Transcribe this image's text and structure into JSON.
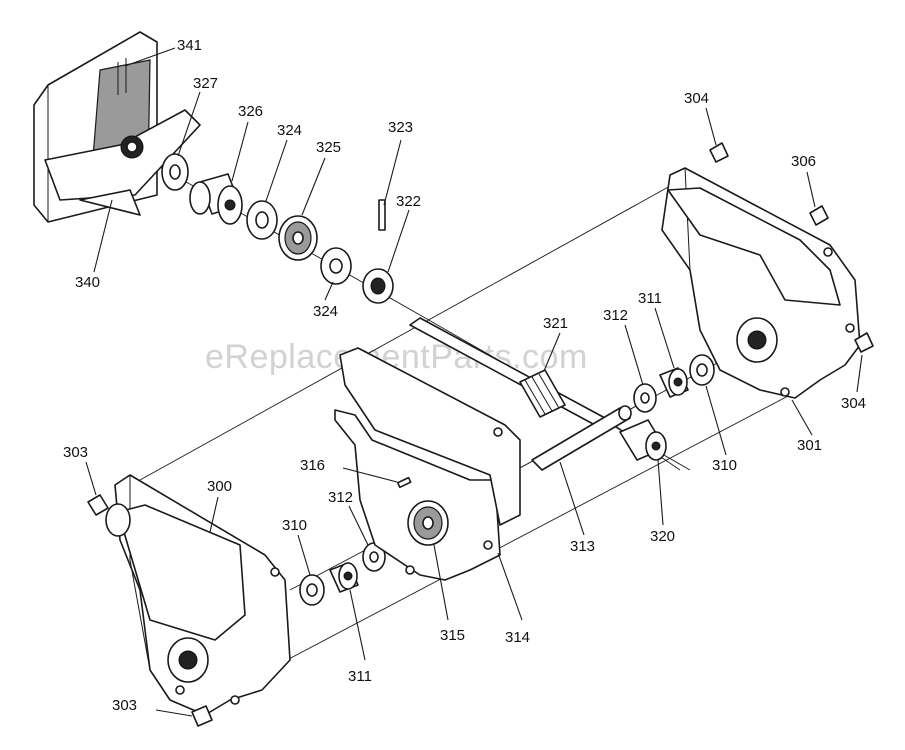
{
  "watermark": "eReplacementParts.com",
  "callouts": [
    {
      "id": "c341",
      "text": "341"
    },
    {
      "id": "c327",
      "text": "327"
    },
    {
      "id": "c326",
      "text": "326"
    },
    {
      "id": "c324a",
      "text": "324"
    },
    {
      "id": "c325",
      "text": "325"
    },
    {
      "id": "c323",
      "text": "323"
    },
    {
      "id": "c322",
      "text": "322"
    },
    {
      "id": "c324b",
      "text": "324"
    },
    {
      "id": "c340",
      "text": "340"
    },
    {
      "id": "c304a",
      "text": "304"
    },
    {
      "id": "c306",
      "text": "306"
    },
    {
      "id": "c304b",
      "text": "304"
    },
    {
      "id": "c311a",
      "text": "311"
    },
    {
      "id": "c312a",
      "text": "312"
    },
    {
      "id": "c321",
      "text": "321"
    },
    {
      "id": "c310a",
      "text": "310"
    },
    {
      "id": "c301",
      "text": "301"
    },
    {
      "id": "c320",
      "text": "320"
    },
    {
      "id": "c313",
      "text": "313"
    },
    {
      "id": "c303a",
      "text": "303"
    },
    {
      "id": "c300",
      "text": "300"
    },
    {
      "id": "c316",
      "text": "316"
    },
    {
      "id": "c312b",
      "text": "312"
    },
    {
      "id": "c310b",
      "text": "310"
    },
    {
      "id": "c315",
      "text": "315"
    },
    {
      "id": "c314",
      "text": "314"
    },
    {
      "id": "c311b",
      "text": "311"
    },
    {
      "id": "c303b",
      "text": "303"
    }
  ]
}
